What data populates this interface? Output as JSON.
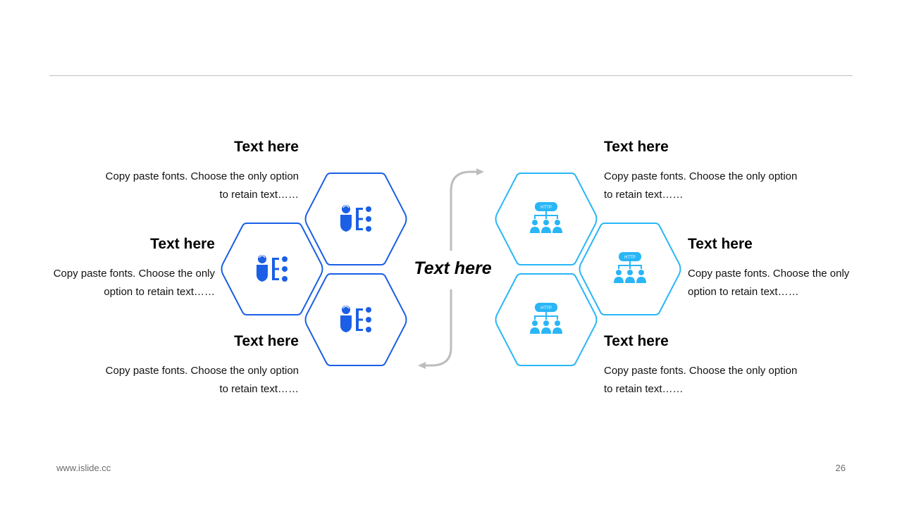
{
  "center": {
    "title": "Text here"
  },
  "left": [
    {
      "title": "Text here",
      "line1": "Copy paste fonts. Choose the only option",
      "line2": "to retain text……"
    },
    {
      "title": "Text here",
      "line1": "Copy paste fonts. Choose the only",
      "line2": "option to retain text……"
    },
    {
      "title": "Text here",
      "line1": "Copy paste fonts. Choose the only option",
      "line2": "to retain text……"
    }
  ],
  "right": [
    {
      "title": "Text here",
      "line1": "Copy paste fonts. Choose the only option",
      "line2": "to retain text……"
    },
    {
      "title": "Text here",
      "line1": "Copy paste fonts. Choose the only",
      "line2": "option to retain text……"
    },
    {
      "title": "Text here",
      "line1": "Copy paste fonts. Choose the only option",
      "line2": "to retain text……"
    }
  ],
  "icons": {
    "left": "person-list-icon",
    "right": "http-network-icon",
    "http_label": "HTTP"
  },
  "colors": {
    "left_accent": "#1a5fe6",
    "right_accent": "#29b6f6",
    "arrow": "#bdbdbd",
    "rule": "#bfbfbf"
  },
  "footer": {
    "url": "www.islide.cc",
    "page": "26"
  }
}
